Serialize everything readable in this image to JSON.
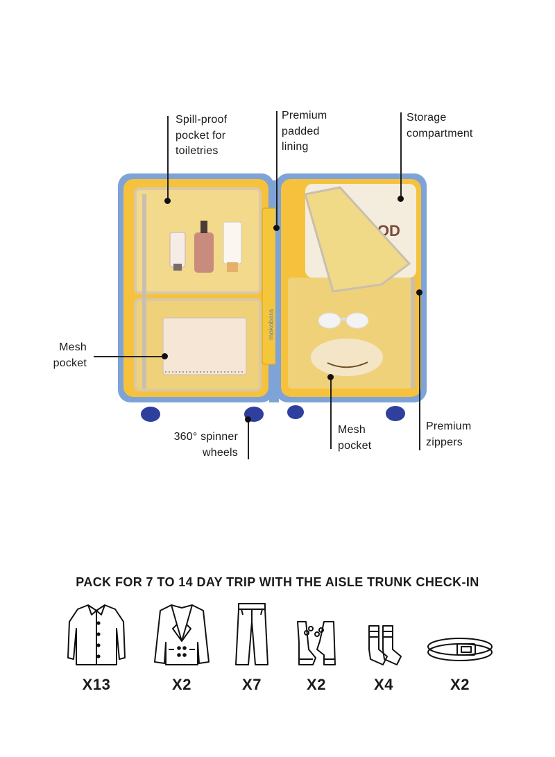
{
  "callouts": {
    "spill_proof_pocket": "Spill-proof\npocket for\ntoiletries",
    "padded_lining": "Premium\npadded\nlining",
    "storage_compartment": "Storage\ncompartment",
    "mesh_pocket_left": "Mesh\npocket",
    "spinner_wheels": "360° spinner\nwheels",
    "mesh_pocket_right": "Mesh\npocket",
    "premium_zippers": "Premium\nzippers"
  },
  "illustration": {
    "brand_strap_text": "mokobara",
    "shirt_print_text": "AHOOD",
    "colors": {
      "shell": "#7ea3d6",
      "lining": "#f6c23e",
      "mesh": "#efd17a",
      "wheel": "#2f3f9e",
      "zipper": "#c9bfae"
    }
  },
  "packing": {
    "heading": "PACK FOR 7 TO 14 DAY TRIP WITH THE AISLE TRUNK CHECK-IN",
    "items": [
      {
        "icon": "shirt-icon",
        "count": "X13"
      },
      {
        "icon": "blazer-icon",
        "count": "X2"
      },
      {
        "icon": "trousers-icon",
        "count": "X7"
      },
      {
        "icon": "shoes-icon",
        "count": "X2"
      },
      {
        "icon": "socks-icon",
        "count": "X4"
      },
      {
        "icon": "belt-icon",
        "count": "X2"
      }
    ]
  }
}
